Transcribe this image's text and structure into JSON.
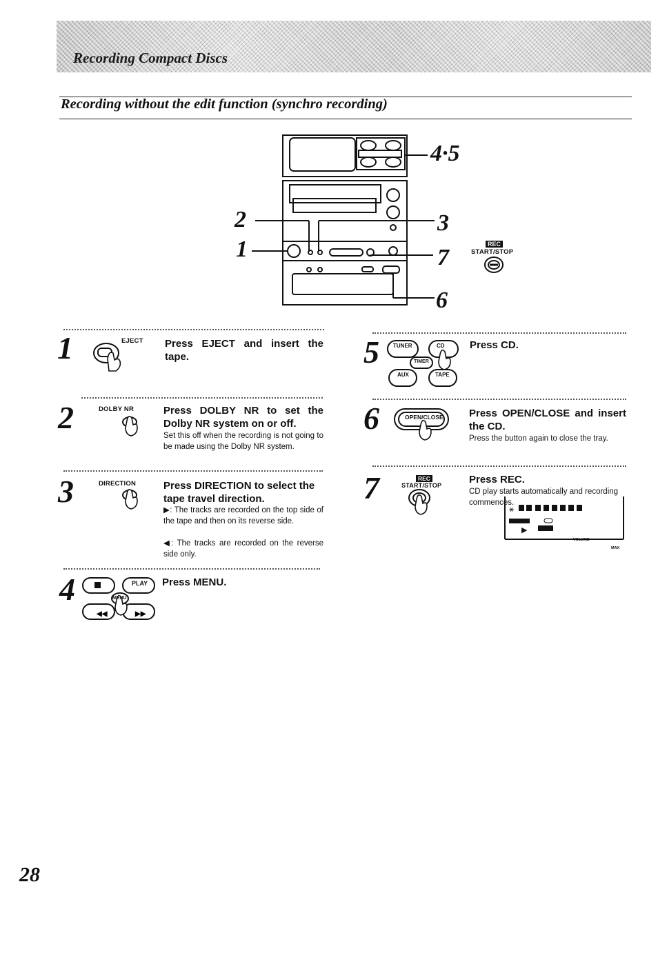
{
  "header": {
    "title": "Recording Compact Discs"
  },
  "section": {
    "title": "Recording without the edit function (synchro recording)"
  },
  "diagram": {
    "callouts": {
      "c45": "4·5",
      "c2": "2",
      "c3": "3",
      "c1": "1",
      "c7": "7",
      "c6": "6"
    },
    "rec_badge": "REC",
    "start_stop": "START/STOP"
  },
  "steps": [
    {
      "num": "1",
      "button": "EJECT",
      "heading": "Press EJECT and insert the tape."
    },
    {
      "num": "2",
      "button": "DOLBY NR",
      "heading": "Press DOLBY NR to set the Dolby NR system on or off.",
      "body": "Set this off when the recording is not going to be made using the Dolby NR system."
    },
    {
      "num": "3",
      "button": "DIRECTION",
      "heading": "Press DIRECTION to select the tape travel direction.",
      "note_fwd": "▶: The tracks are recorded on the top side of the tape and then on its reverse side.",
      "note_rev": "◀: The tracks are recorded on the reverse side only."
    },
    {
      "num": "4",
      "heading": "Press MENU.",
      "buttons": {
        "play": "PLAY",
        "menu": "MENU"
      }
    },
    {
      "num": "5",
      "heading": "Press CD.",
      "buttons": {
        "tuner": "TUNER",
        "cd": "CD",
        "timer": "TIMER",
        "aux": "AUX",
        "tape": "TAPE"
      }
    },
    {
      "num": "6",
      "heading": "Press OPEN/CLOSE and insert the CD.",
      "button": "OPEN/CLOSE",
      "body": "Press the button again to close the tray."
    },
    {
      "num": "7",
      "heading": "Press REC.",
      "button_badge": "REC",
      "button": "START/STOP",
      "body": "CD play starts automatically and recording commences.",
      "display": {
        "volume": "VOLUME",
        "max": "MAX"
      }
    }
  ],
  "page_number": "28",
  "icons": [
    "hand-pointer-icon",
    "eject-button-icon",
    "stop-icon",
    "play-icon",
    "rewind-icon",
    "fast-forward-icon"
  ]
}
